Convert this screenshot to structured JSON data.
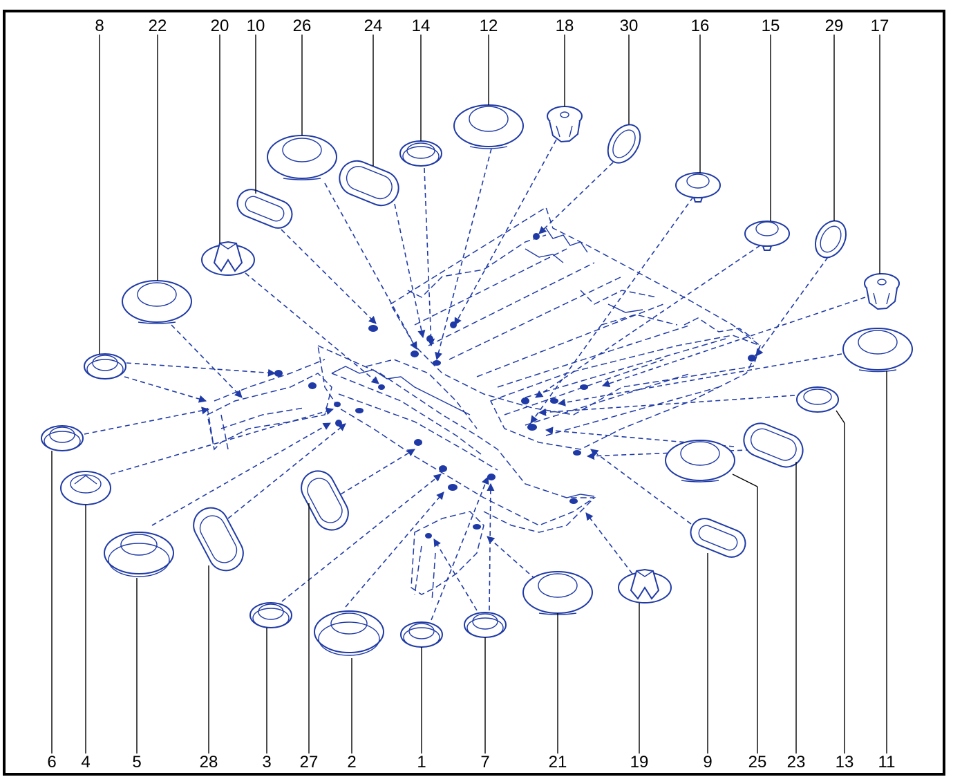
{
  "colors": {
    "line": "#1f3aa6",
    "text": "#000000",
    "frame": "#000000"
  },
  "callouts_top": [
    "8",
    "22",
    "20",
    "10",
    "26",
    "24",
    "14",
    "12",
    "18",
    "30",
    "16",
    "15",
    "29",
    "17"
  ],
  "callouts_bottom": [
    "6",
    "4",
    "5",
    "28",
    "3",
    "27",
    "2",
    "1",
    "7",
    "21",
    "19",
    "9",
    "25",
    "23",
    "13",
    "11"
  ]
}
